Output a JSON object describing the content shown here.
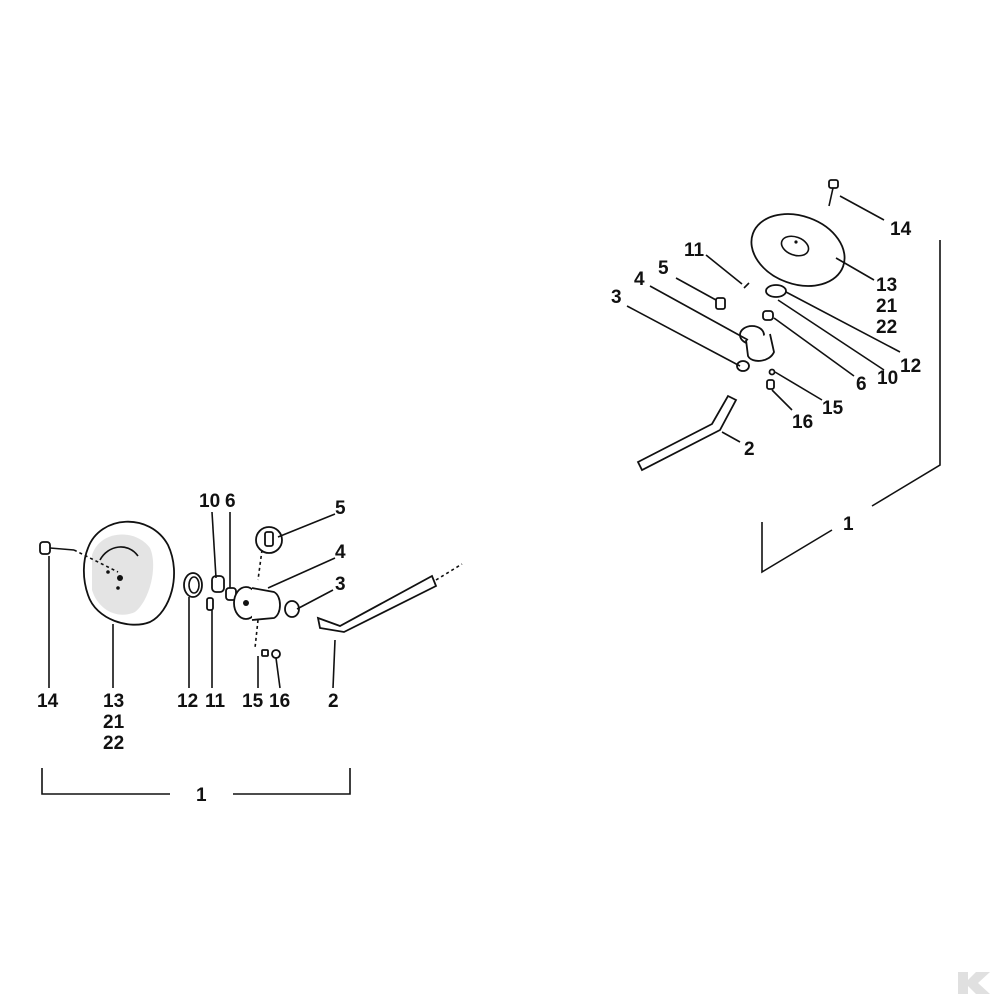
{
  "diagram": {
    "left_view": {
      "callouts": {
        "c14": "14",
        "c13": "13",
        "c21": "21",
        "c22": "22",
        "c12": "12",
        "c11": "11",
        "c10": "10",
        "c6": "6",
        "c5": "5",
        "c4": "4",
        "c3": "3",
        "c15": "15",
        "c16": "16",
        "c2": "2",
        "c1": "1"
      }
    },
    "right_view": {
      "callouts": {
        "c14": "14",
        "c13": "13",
        "c21": "21",
        "c22": "22",
        "c12": "12",
        "c11": "11",
        "c10": "10",
        "c6": "6",
        "c5": "5",
        "c4": "4",
        "c3": "3",
        "c15": "15",
        "c16": "16",
        "c2": "2",
        "c1": "1"
      }
    }
  },
  "logo": {
    "icon": "k-logo-icon",
    "color": "#e0e0e0"
  }
}
